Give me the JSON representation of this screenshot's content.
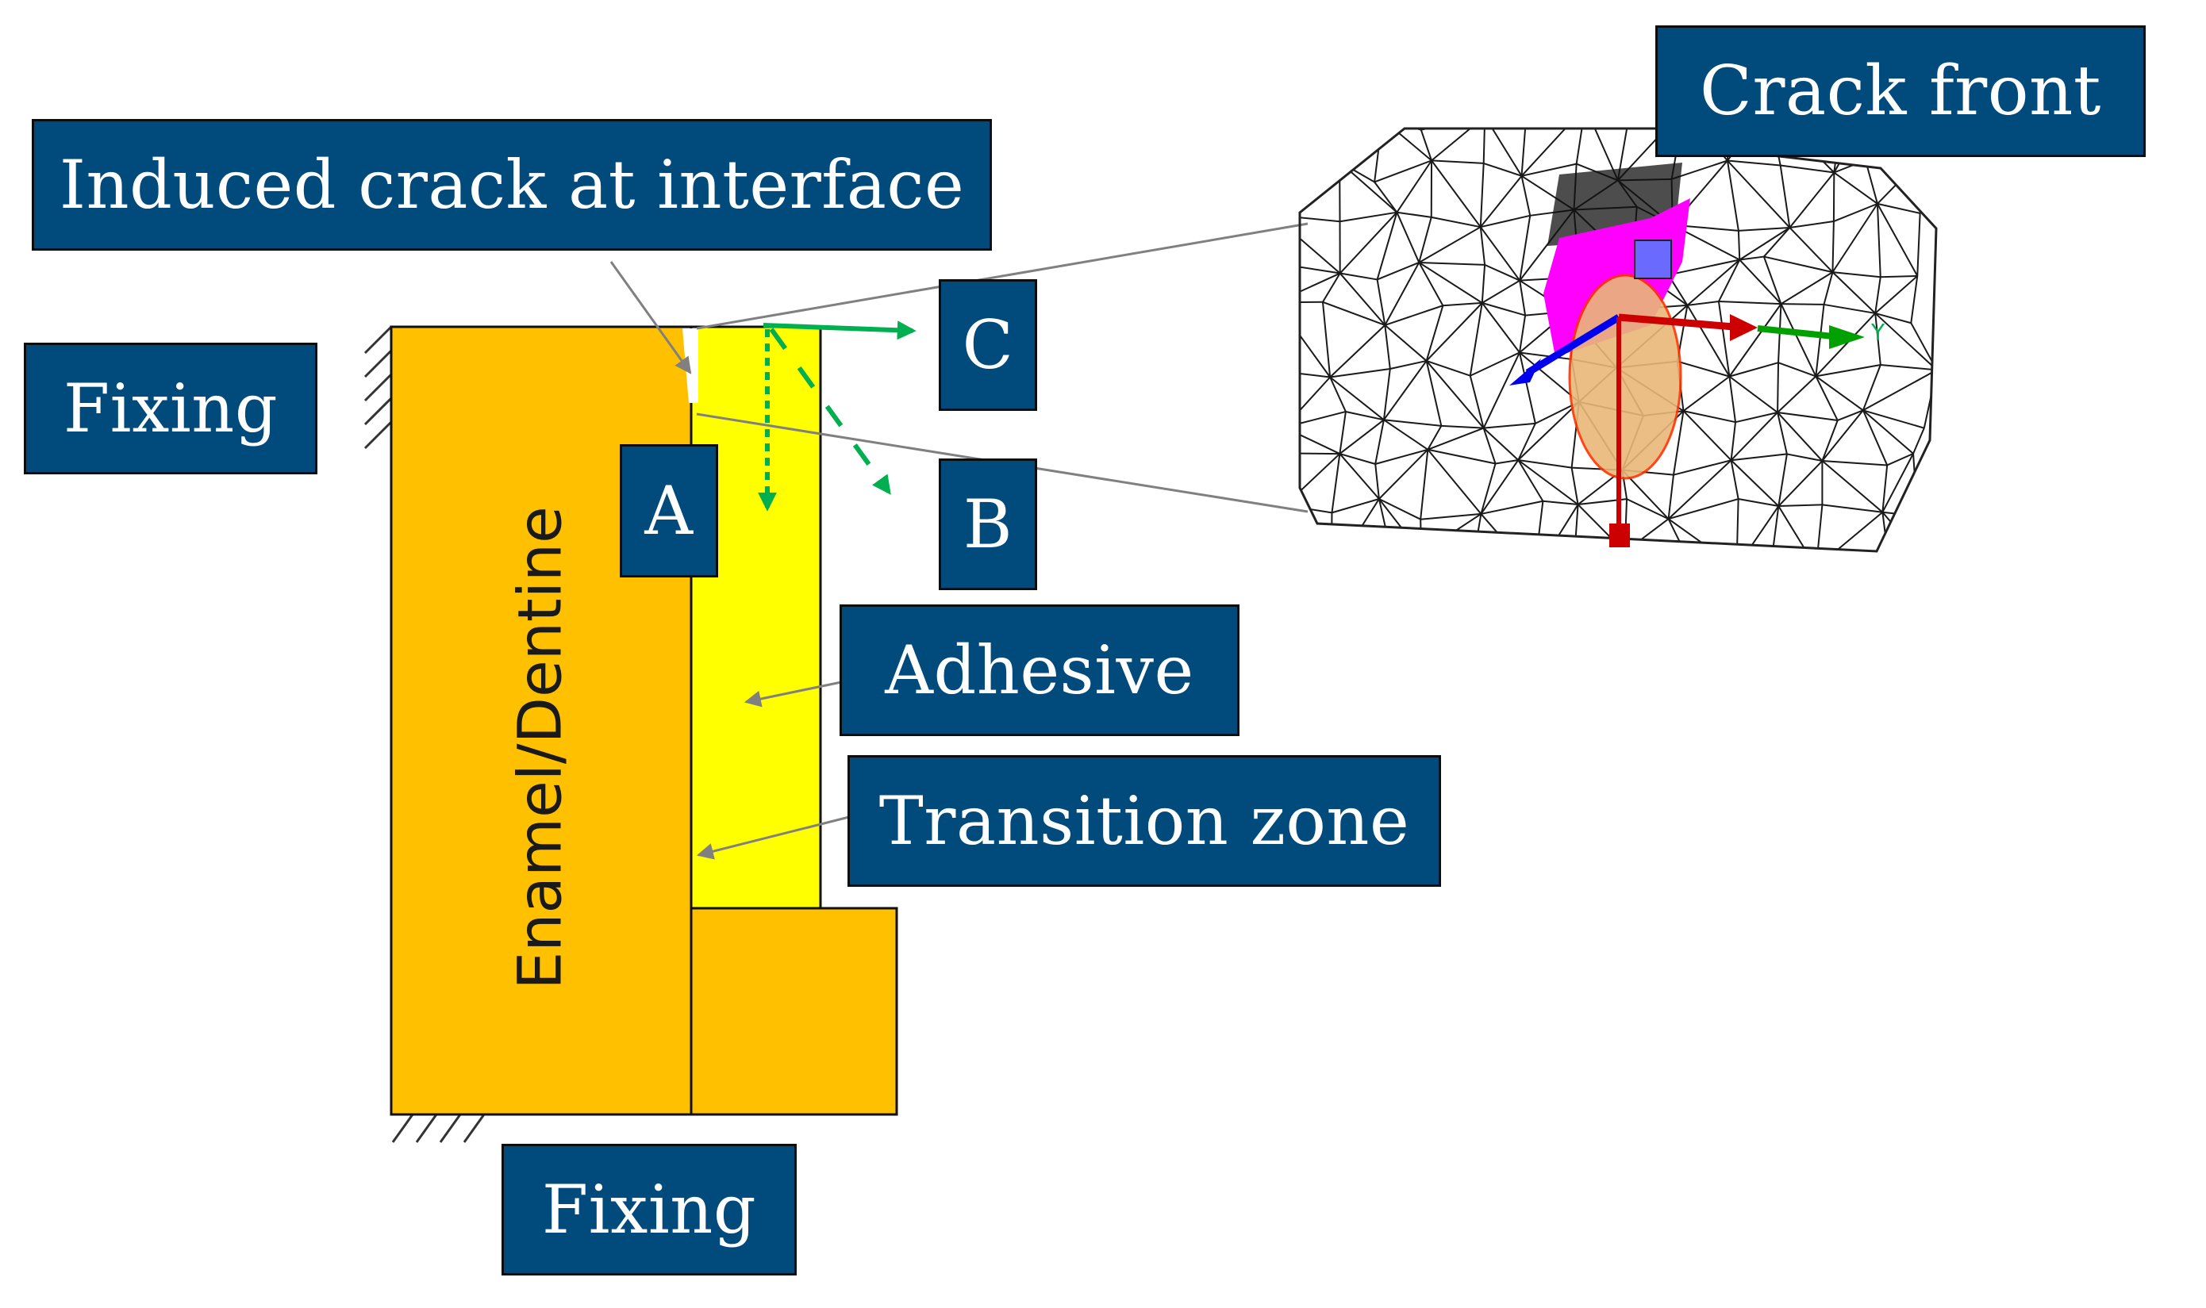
{
  "labels": {
    "crack_front": "Crack front",
    "induced_crack": "Induced crack at interface",
    "fixing_left": "Fixing",
    "fixing_bottom": "Fixing",
    "point_a": "A",
    "point_b": "B",
    "point_c": "C",
    "adhesive": "Adhesive",
    "transition_zone": "Transition zone",
    "enamel_dentine": "Enamel/Dentine"
  },
  "colors": {
    "label_fill": "#004a7c",
    "enamel": "#ffc000",
    "adhesive": "#ffff00",
    "direction_arrows": "#00b050",
    "crack_surface": "#ff00ff",
    "crack_ellipse": "#e8b878",
    "axis_x": "#cc0000",
    "axis_y": "#00a000",
    "axis_z": "#0000ee"
  },
  "mesh_axis_letter": "Y"
}
